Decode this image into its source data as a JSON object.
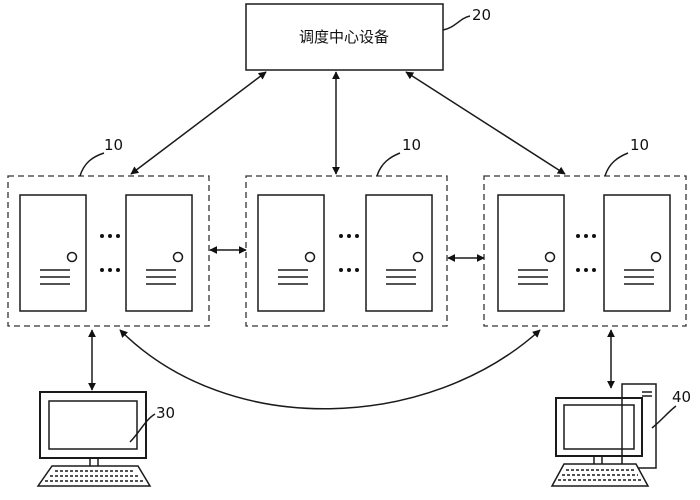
{
  "dispatch": {
    "label": "调度中心设备",
    "ref": "20"
  },
  "clusters": [
    {
      "ref": "10"
    },
    {
      "ref": "10"
    },
    {
      "ref": "10"
    }
  ],
  "terminals": [
    {
      "ref": "30"
    },
    {
      "ref": "40"
    }
  ]
}
